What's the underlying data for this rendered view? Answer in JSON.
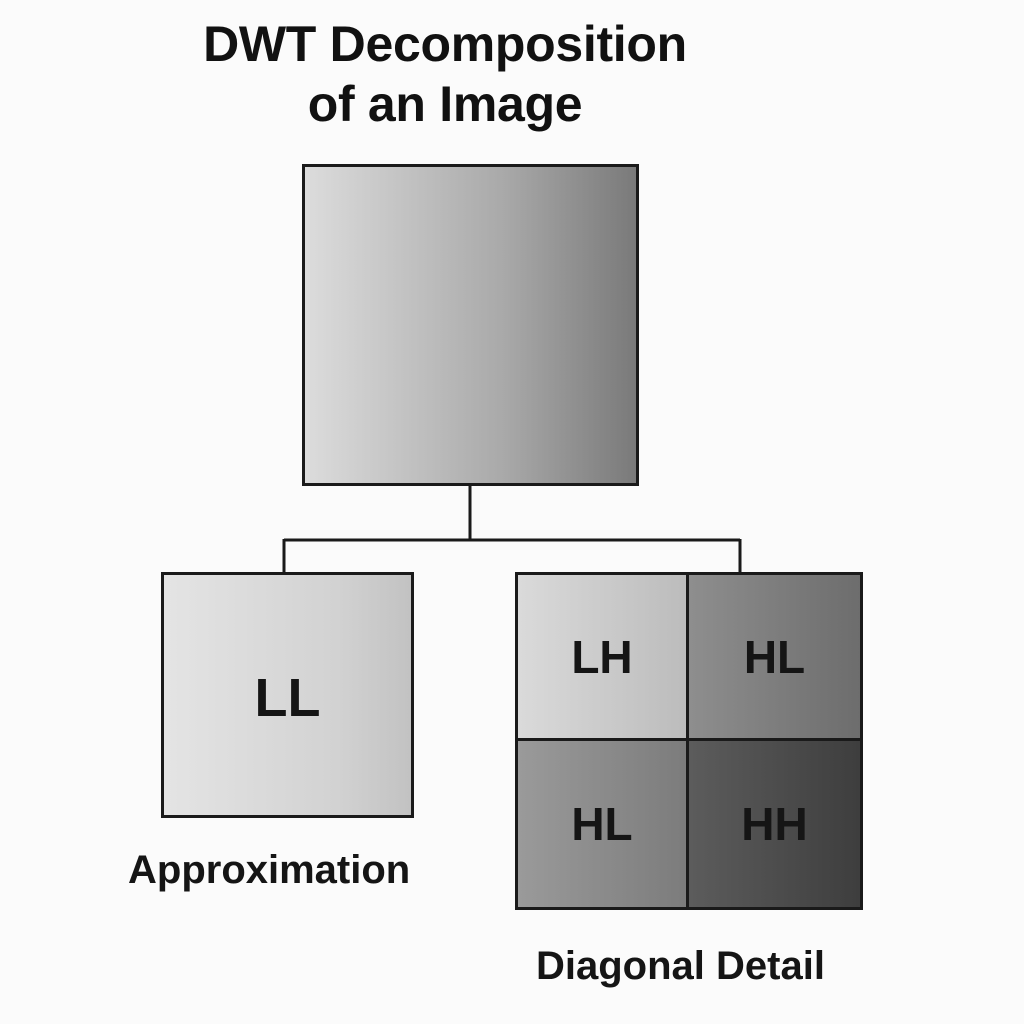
{
  "title": {
    "line1": "DWT Decomposition",
    "line2": "of an Image"
  },
  "original_image": {
    "label": ""
  },
  "approximation": {
    "band_label": "LL",
    "caption": "Approximation"
  },
  "detail": {
    "bands": {
      "top_left": "LH",
      "top_right": "HL",
      "bottom_left": "HL",
      "bottom_right": "HH"
    },
    "caption": "Diagonal Detail"
  }
}
